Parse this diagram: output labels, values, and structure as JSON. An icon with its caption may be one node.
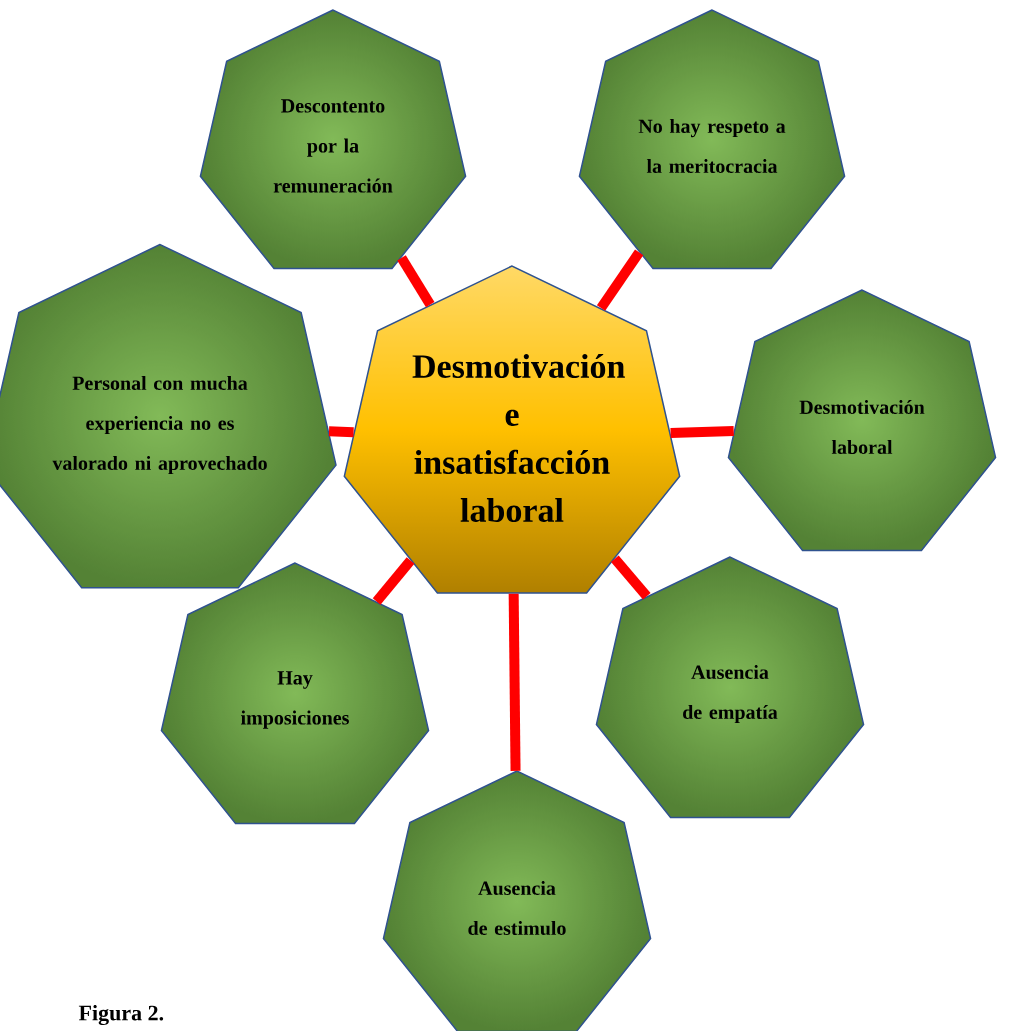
{
  "diagram": {
    "caption": "Figura 2.",
    "nodes": [
      {
        "text": [
          "Desmotivación e insatisfacción laboral"
        ]
      },
      {
        "text": [
          "Descontento por la remuneración"
        ]
      },
      {
        "text": [
          "No hay respeto a la meritocracia"
        ]
      },
      {
        "text": [
          "Personal con mucha experiencia no es valorado ni aprovechado"
        ]
      },
      {
        "text": [
          "Desmotivación laboral"
        ]
      },
      {
        "text": [
          "Hay imposiciones"
        ]
      },
      {
        "text": [
          "Ausencia de empatía"
        ]
      },
      {
        "text": [
          "Ausencia de estimulo"
        ]
      }
    ],
    "edges": [
      {
        "from": 0,
        "to": 1,
        "arrow": "none"
      },
      {
        "from": 0,
        "to": 2,
        "arrow": "none"
      },
      {
        "from": 0,
        "to": 3,
        "arrow": "none"
      },
      {
        "from": 0,
        "to": 4,
        "arrow": "none"
      },
      {
        "from": 0,
        "to": 5,
        "arrow": "none"
      },
      {
        "from": 0,
        "to": 6,
        "arrow": "none"
      },
      {
        "from": 0,
        "to": 7,
        "arrow": "none"
      }
    ]
  }
}
